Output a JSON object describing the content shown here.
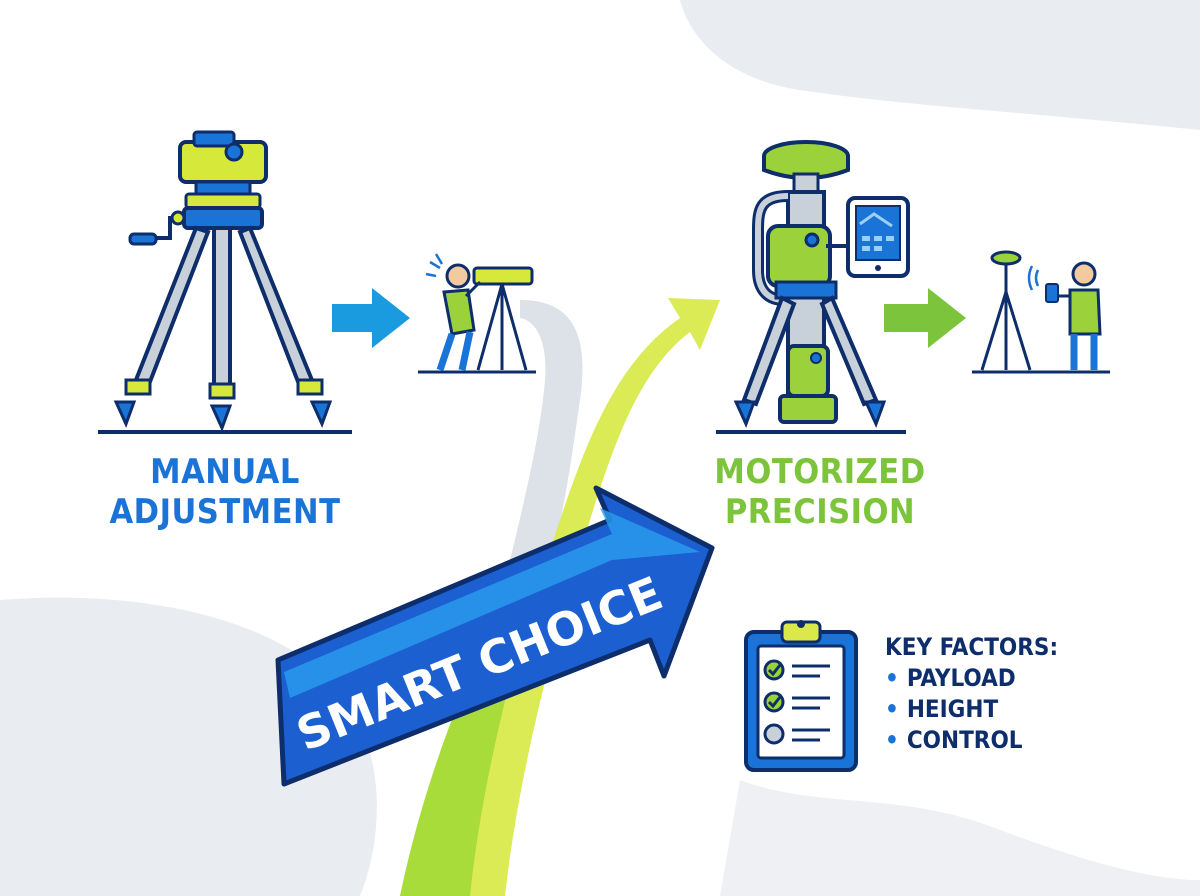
{
  "manual": {
    "line1": "MANUAL",
    "line2": "ADJUSTMENT"
  },
  "motorized": {
    "line1": "MOTORIZED",
    "line2": "PRECISION"
  },
  "banner": {
    "label": "SMART CHOICE"
  },
  "key_factors": {
    "title": "KEY FACTORS:",
    "items": [
      "PAYLOAD",
      "HEIGHT",
      "CONTROL"
    ],
    "bullet": "•"
  },
  "colors": {
    "navy": "#0d2d6b",
    "blue": "#1a73d6",
    "lime": "#9bd23c",
    "green": "#7cc43c",
    "yellow": "#dbe84a",
    "gray_bg": "#e9ecf0"
  },
  "icons": [
    "tripod-level-icon",
    "surveyor-manual-icon",
    "motorized-stand-icon",
    "tablet-icon",
    "gps-receiver-icon",
    "clipboard-checklist-icon",
    "check-icon"
  ]
}
